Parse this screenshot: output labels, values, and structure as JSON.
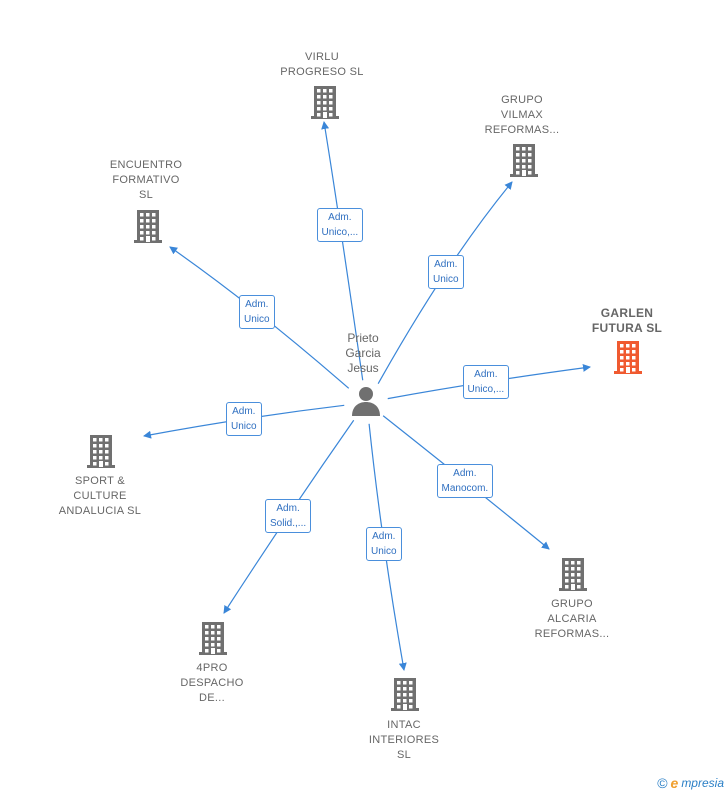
{
  "colors": {
    "edge": "#3a86d8",
    "building": "#707070",
    "building_highlight": "#f05a30",
    "person": "#707070"
  },
  "person": {
    "name_lines": [
      "Prieto",
      "Garcia",
      "Jesus"
    ],
    "icon": "person-icon"
  },
  "companies": [
    {
      "id": "virlu",
      "lines": [
        "VIRLU",
        "PROGRESO  SL"
      ],
      "highlight": false,
      "icon": "building-icon"
    },
    {
      "id": "grupo-vilmax",
      "lines": [
        "GRUPO",
        "VILMAX",
        "REFORMAS..."
      ],
      "highlight": false,
      "icon": "building-icon"
    },
    {
      "id": "encuentro",
      "lines": [
        "ENCUENTRO",
        "FORMATIVO",
        "SL"
      ],
      "highlight": false,
      "icon": "building-icon"
    },
    {
      "id": "garlen",
      "lines": [
        "GARLEN",
        "FUTURA  SL"
      ],
      "highlight": true,
      "icon": "building-icon"
    },
    {
      "id": "sport",
      "lines": [
        "SPORT &",
        "CULTURE",
        "ANDALUCIA  SL"
      ],
      "highlight": false,
      "icon": "building-icon"
    },
    {
      "id": "grupo-alcaria",
      "lines": [
        "GRUPO",
        "ALCARIA",
        "REFORMAS..."
      ],
      "highlight": false,
      "icon": "building-icon"
    },
    {
      "id": "4pro",
      "lines": [
        "4PRO",
        "DESPACHO",
        "DE..."
      ],
      "highlight": false,
      "icon": "building-icon"
    },
    {
      "id": "intac",
      "lines": [
        "INTAC",
        "INTERIORES",
        "SL"
      ],
      "highlight": false,
      "icon": "building-icon"
    }
  ],
  "edges": [
    {
      "to": "virlu",
      "lines": [
        "Adm.",
        "Unico,..."
      ]
    },
    {
      "to": "grupo-vilmax",
      "lines": [
        "Adm.",
        "Unico"
      ]
    },
    {
      "to": "encuentro",
      "lines": [
        "Adm.",
        "Unico"
      ]
    },
    {
      "to": "garlen",
      "lines": [
        "Adm.",
        "Unico,..."
      ]
    },
    {
      "to": "sport",
      "lines": [
        "Adm.",
        "Unico"
      ]
    },
    {
      "to": "grupo-alcaria",
      "lines": [
        "Adm.",
        "Manocom."
      ]
    },
    {
      "to": "4pro",
      "lines": [
        "Adm.",
        "Solid.,..."
      ]
    },
    {
      "to": "intac",
      "lines": [
        "Adm.",
        "Unico"
      ]
    }
  ],
  "footer": {
    "copyright_symbol": "©",
    "brand_initial": "e",
    "brand_rest": "mpresia"
  }
}
